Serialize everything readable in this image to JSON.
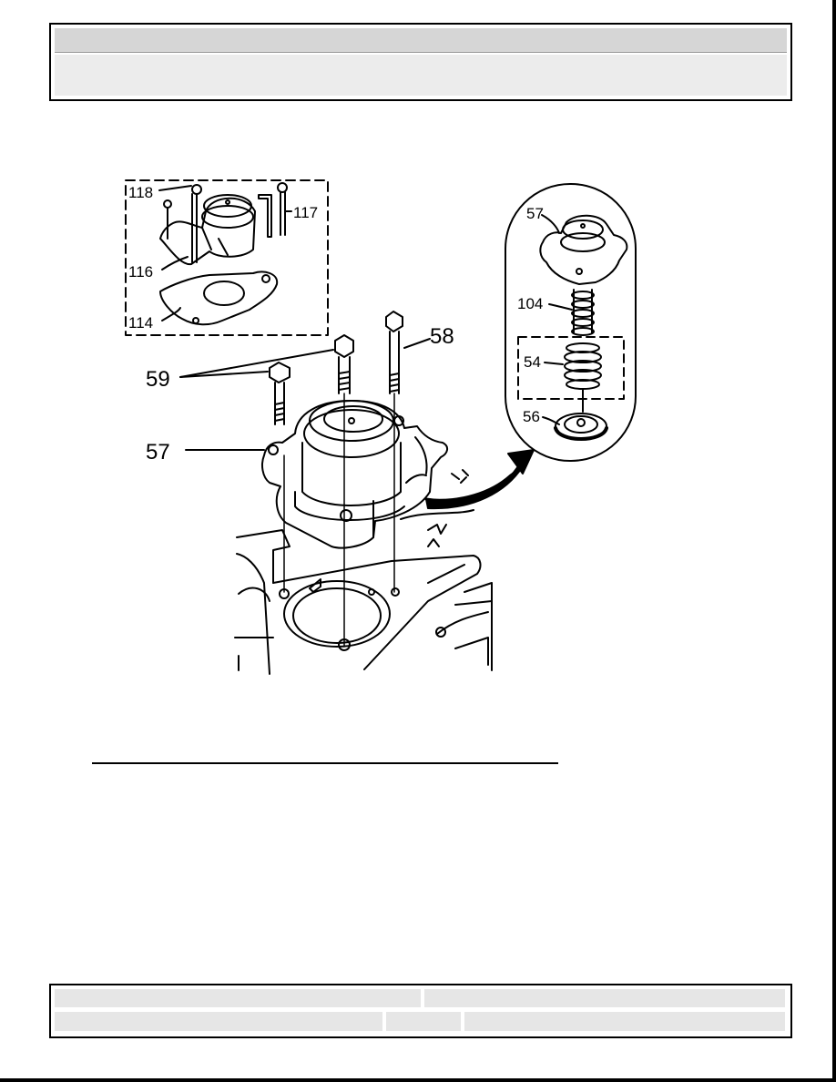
{
  "figure": {
    "callouts": {
      "c118": "118",
      "c117": "117",
      "c116": "116",
      "c114": "114",
      "c58": "58",
      "c59": "59",
      "c57main": "57",
      "c57inset": "57",
      "c104": "104",
      "c54": "54",
      "c56": "56"
    }
  },
  "colors": {
    "line": "#000000",
    "header_bar": "#d6d6d6",
    "header_body": "#ececec",
    "footer_cell": "#e6e6e6"
  }
}
